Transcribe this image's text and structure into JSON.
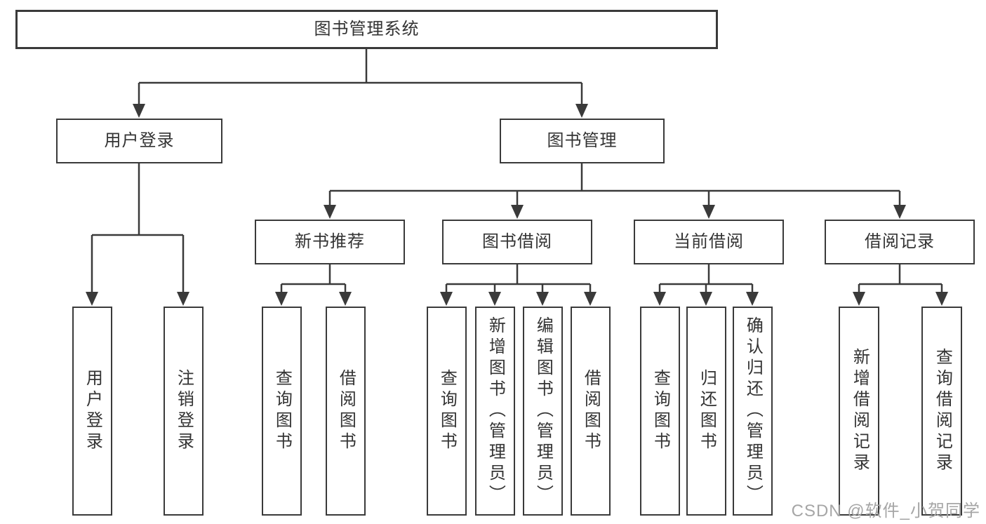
{
  "colors": {
    "line": "#3a3a3a",
    "text": "#333333",
    "background": "#ffffff",
    "watermark": "#a6a6a6"
  },
  "nodes": {
    "root": "图书管理系统",
    "user_login": "用户登录",
    "book_management": "图书管理",
    "new_book_recommend": "新书推荐",
    "book_borrow": "图书借阅",
    "current_borrow": "当前借阅",
    "borrow_records": "借阅记录",
    "leaf_user_login": "用户登录",
    "leaf_logout_login": "注销登录",
    "leaf_rec_query_books": "查询图书",
    "leaf_rec_borrow_books": "借阅图书",
    "leaf_bor_query_books": "查询图书",
    "leaf_bor_add_books": "新增图书（管理员）",
    "leaf_bor_edit_books": "编辑图书（管理员）",
    "leaf_bor_borrow_books": "借阅图书",
    "leaf_cur_query_books": "查询图书",
    "leaf_cur_return_books": "归还图书",
    "leaf_cur_confirm_return": "确认归还（管理员）",
    "leaf_brec_add_record": "新增借阅记录",
    "leaf_brec_query_record": "查询借阅记录"
  },
  "hierarchy": {
    "图书管理系统": {
      "用户登录": [
        "用户登录",
        "注销登录"
      ],
      "图书管理": {
        "新书推荐": [
          "查询图书",
          "借阅图书"
        ],
        "图书借阅": [
          "查询图书",
          "新增图书（管理员）",
          "编辑图书（管理员）",
          "借阅图书"
        ],
        "当前借阅": [
          "查询图书",
          "归还图书",
          "确认归还（管理员）"
        ],
        "借阅记录": [
          "新增借阅记录",
          "查询借阅记录"
        ]
      }
    }
  },
  "watermark": "CSDN @软件_小贺同学"
}
